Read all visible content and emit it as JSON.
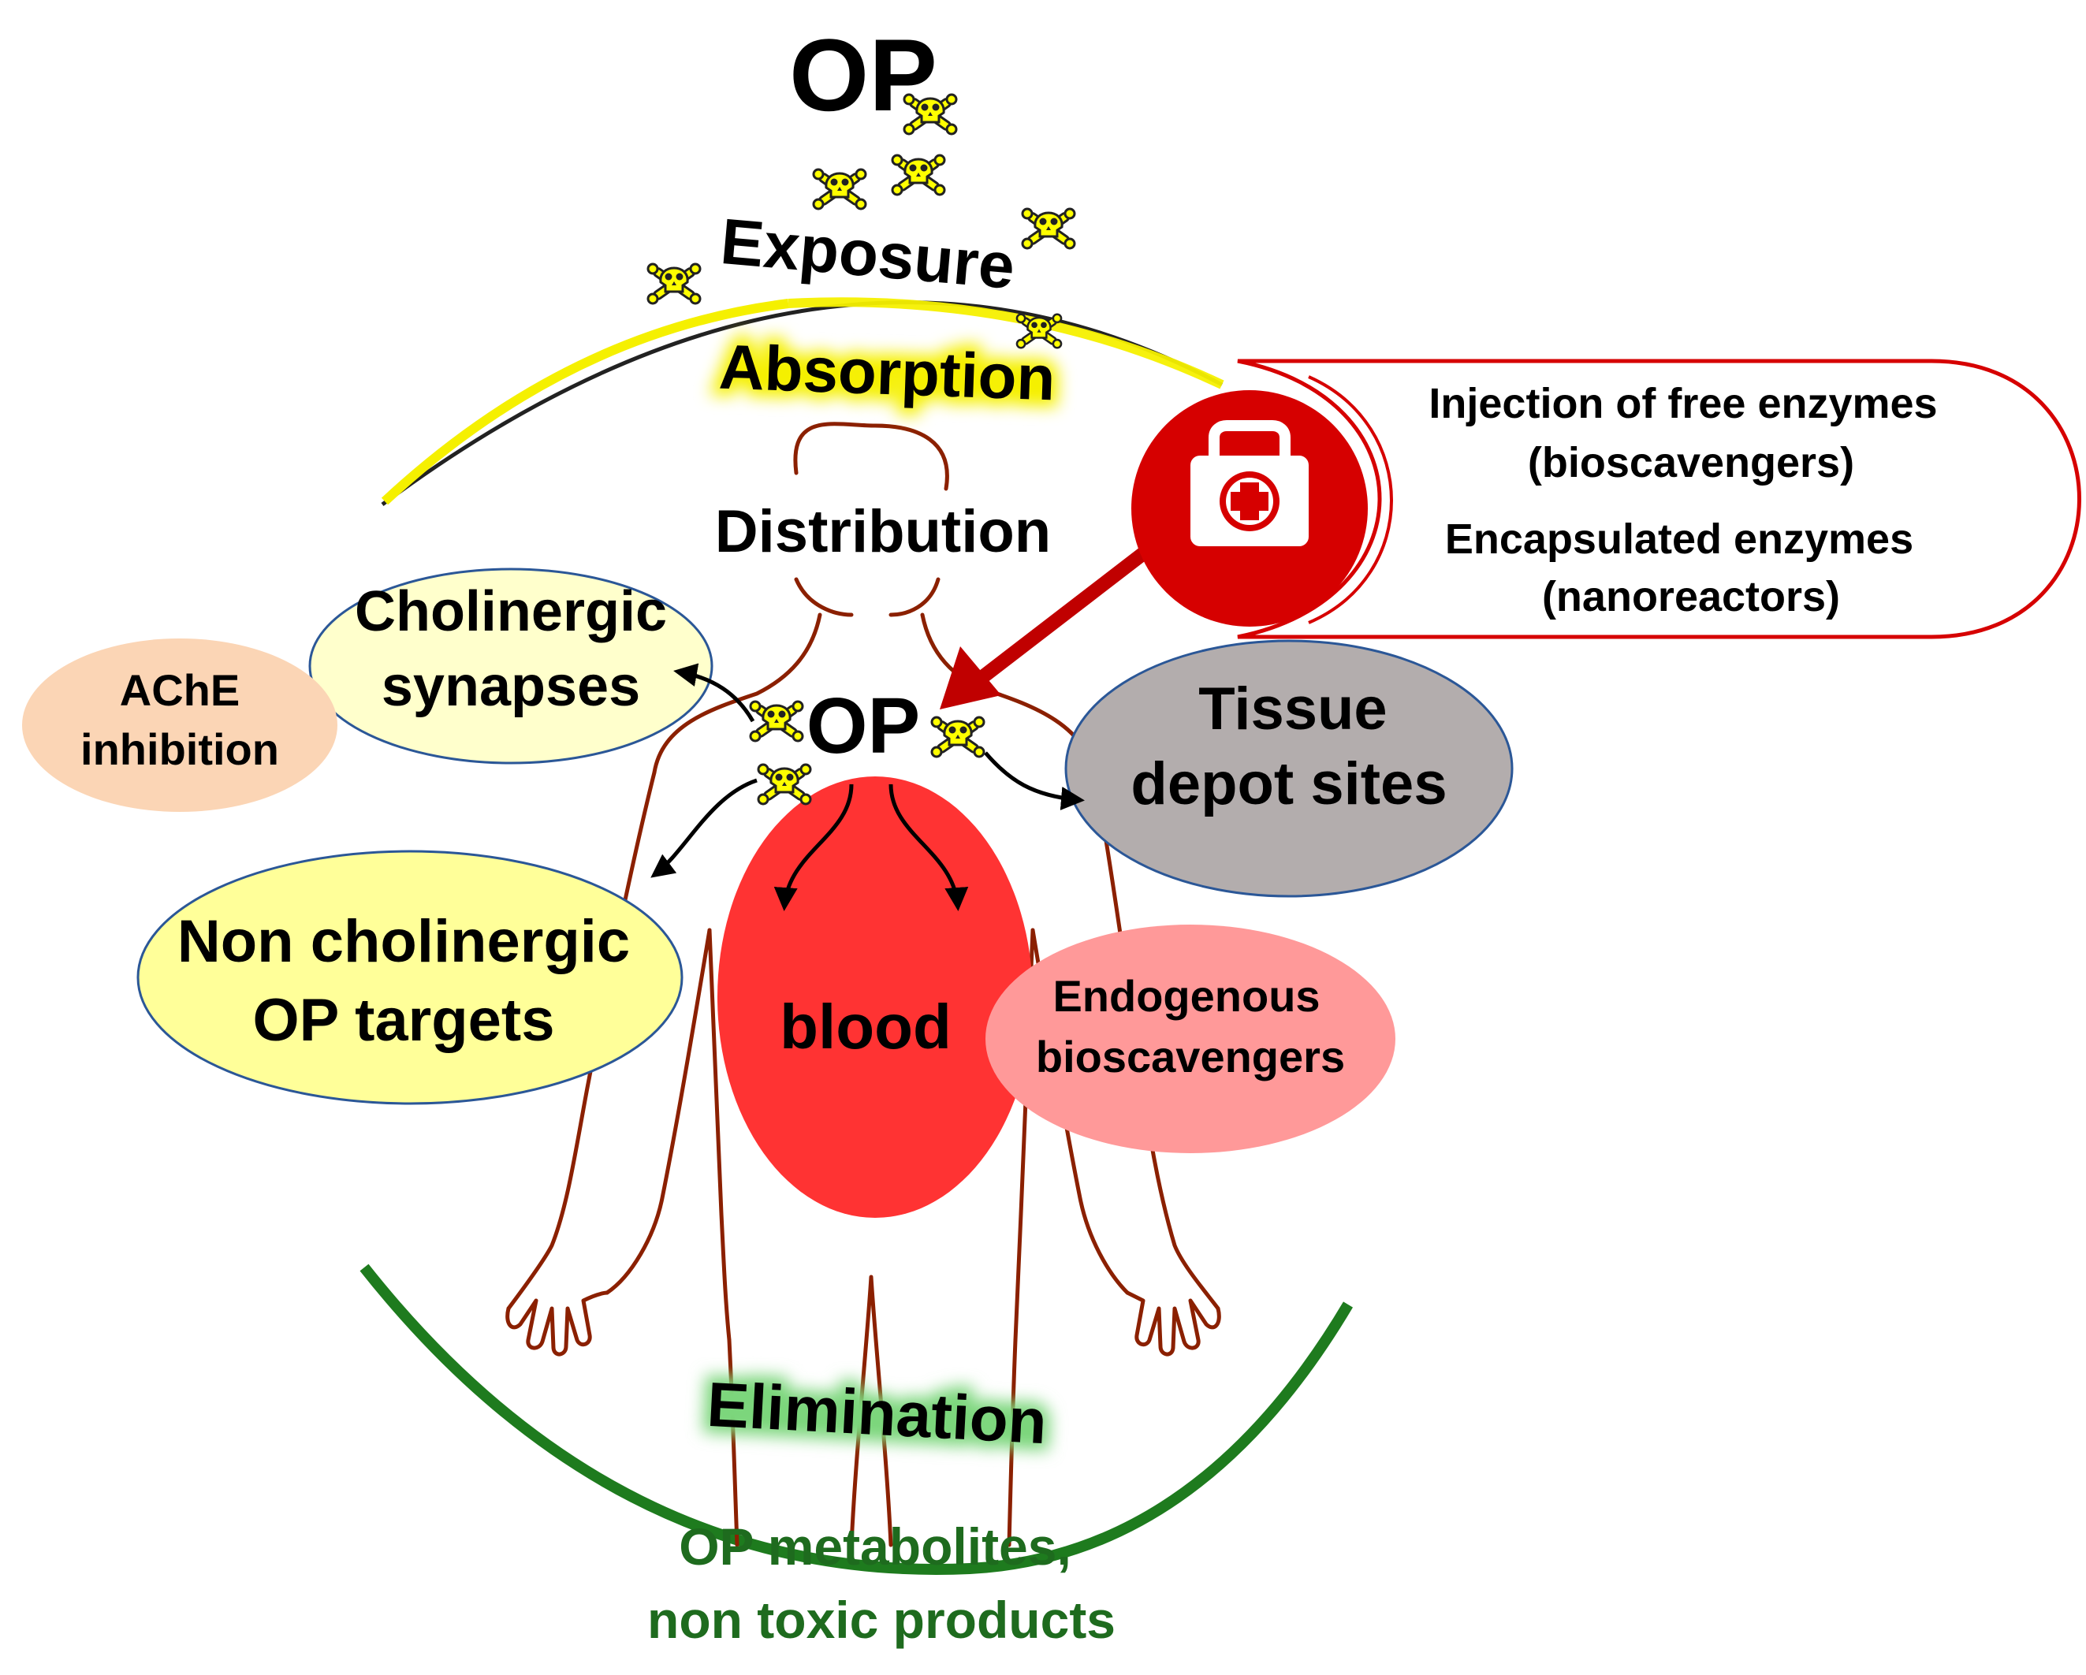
{
  "title": "OP",
  "stages": {
    "exposure": "Exposure",
    "absorption": "Absorption",
    "distribution": "Distribution",
    "elimination": "Elimination"
  },
  "center_label": "OP",
  "compartments": {
    "cholinergic": [
      "Cholinergic",
      "synapses"
    ],
    "ache": [
      "AChE",
      "inhibition"
    ],
    "tissue": [
      "Tissue",
      "depot sites"
    ],
    "noncholinergic": [
      "Non cholinergic",
      "OP targets"
    ],
    "blood": "blood",
    "endogenous": [
      "Endogenous",
      "bioscavengers"
    ]
  },
  "treatment": {
    "line1": "Injection of free enzymes",
    "line2": "(bioscavengers)",
    "line3": "Encapsulated enzymes",
    "line4": "(nanoreactors)"
  },
  "outcome": [
    "OP metabolites,",
    "non toxic products"
  ],
  "icons": {
    "toxic": "skull-crossbones-icon",
    "medical_kit": "first-aid-kit-icon"
  },
  "colors": {
    "absorption_arc": "#f5f000",
    "elimination_arc": "#1e7b1e",
    "body_outline": "#8b2000",
    "treatment_red": "#d60000",
    "blood": "#ff3333",
    "cholinergic_fill": "#ffffcc",
    "noncholinergic_fill": "#ffff99",
    "ache_fill": "#fbd5b5",
    "tissue_fill": "#b3adad",
    "endogenous_fill": "#ff9999",
    "skull_fill": "#ffff00",
    "outcome_text": "#1e6b1e"
  }
}
